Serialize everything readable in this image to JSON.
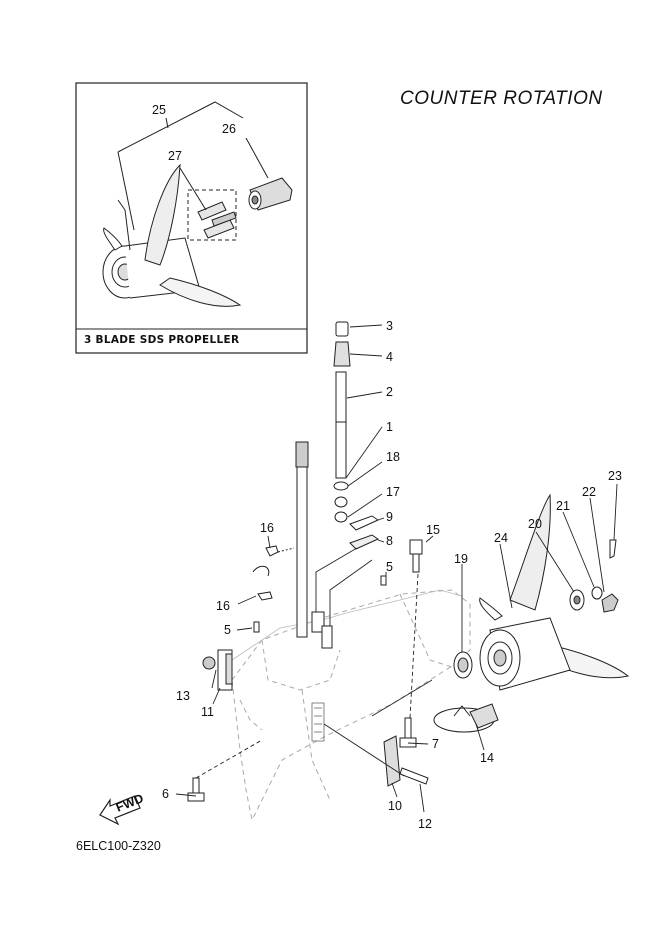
{
  "title": "COUNTER  ROTATION",
  "inset": {
    "caption": "3 BLADE SDS PROPELLER"
  },
  "diagram_code": "6ELC100-Z320",
  "fwd_label": "FWD",
  "callouts": [
    "1",
    "2",
    "3",
    "4",
    "5",
    "5",
    "6",
    "7",
    "8",
    "9",
    "10",
    "11",
    "12",
    "13",
    "14",
    "15",
    "16",
    "16",
    "17",
    "18",
    "19",
    "20",
    "21",
    "22",
    "23",
    "24",
    "25",
    "26",
    "27"
  ]
}
